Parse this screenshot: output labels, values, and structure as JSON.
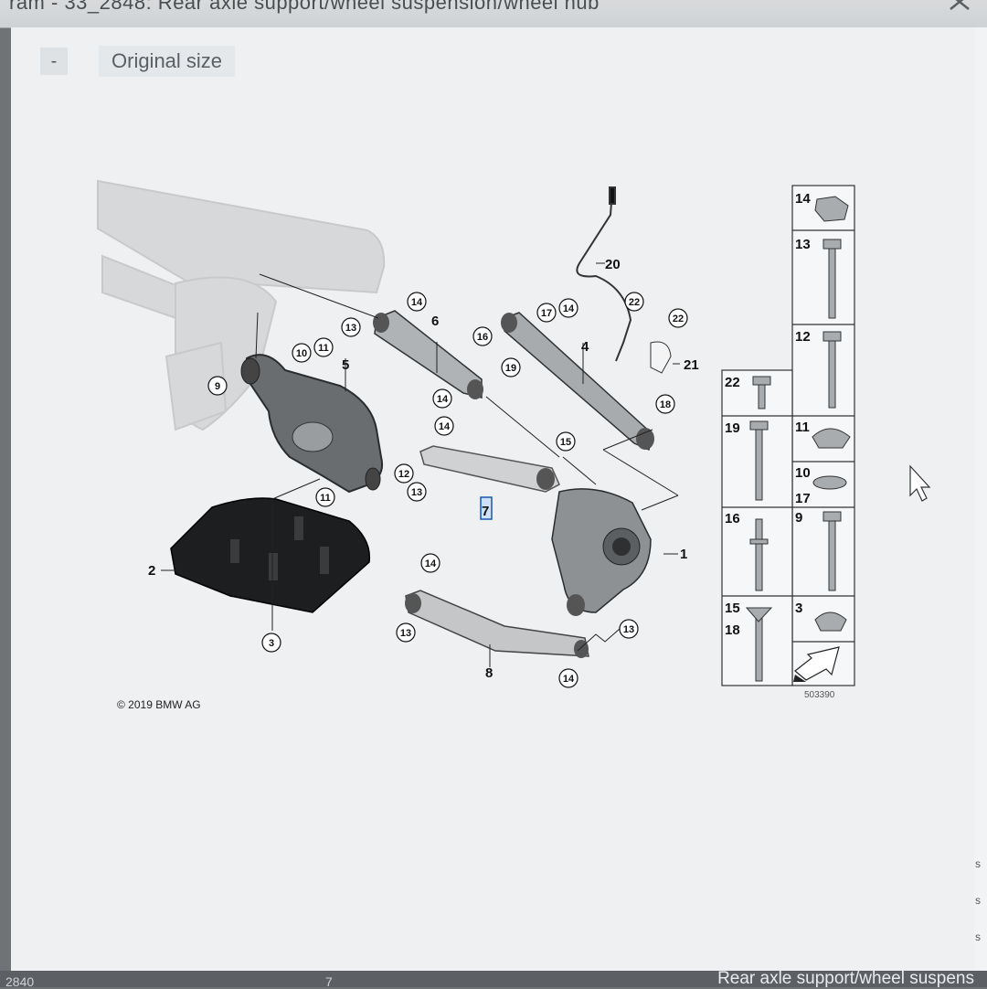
{
  "window": {
    "title": "ram - 33_2848: Rear axle support/wheel suspension/wheel hub",
    "close_glyph": "✕"
  },
  "toolbar": {
    "zoom_out_label": "-",
    "original_size_label": "Original size"
  },
  "diagram": {
    "copyright": "© 2019 BMW AG",
    "reference_number": "503390",
    "selected_part": "7",
    "part_labels": [
      "1",
      "2",
      "3",
      "4",
      "5",
      "6",
      "7",
      "8",
      "20",
      "21"
    ],
    "callouts": [
      "14",
      "13",
      "17",
      "14",
      "16",
      "22",
      "22",
      "19",
      "14",
      "10",
      "11",
      "9",
      "14",
      "15",
      "12",
      "13",
      "11",
      "18",
      "3",
      "14",
      "13",
      "13",
      "14"
    ],
    "legend": [
      {
        "left": "22",
        "right": "14"
      },
      {
        "left": "19",
        "right": "13"
      },
      {
        "left": "16",
        "right": "12"
      },
      {
        "left": "15",
        "right": "11"
      },
      {
        "left": "18",
        "right": "10"
      },
      {
        "left": "",
        "right": "17"
      },
      {
        "left": "",
        "right": "9"
      },
      {
        "left": "",
        "right": "3"
      }
    ]
  },
  "right_strip": {
    "letters": [
      "s",
      "s",
      "s"
    ]
  },
  "statusbar": {
    "left": "2840",
    "middle": "7",
    "right": "Rear axle support/wheel suspens"
  }
}
